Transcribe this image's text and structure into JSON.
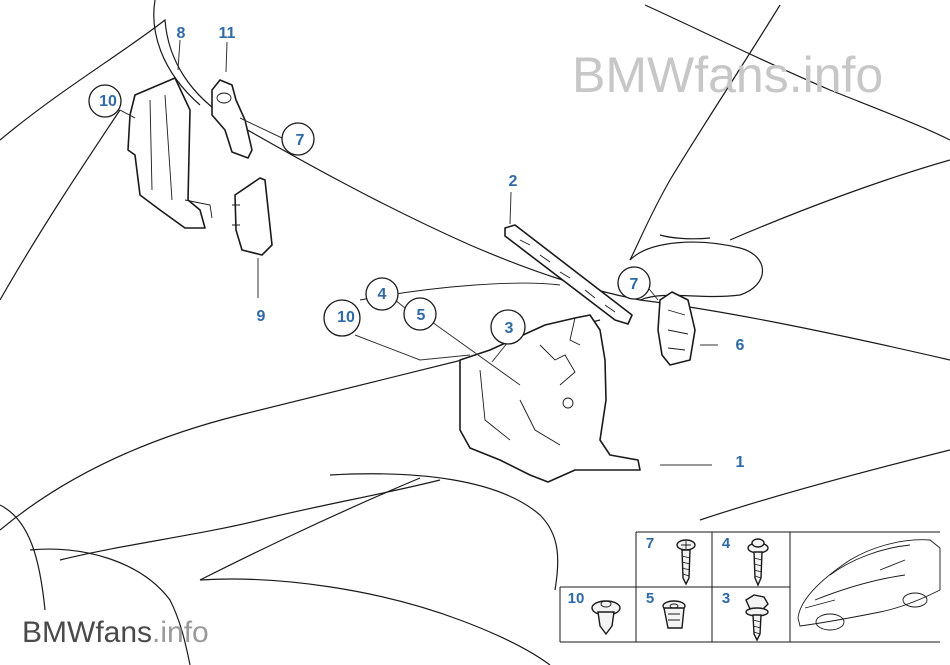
{
  "watermark": {
    "brand": "BMWfans",
    "suffix": ".info"
  },
  "callouts": [
    {
      "id": "8",
      "label": "8",
      "circled": false
    },
    {
      "id": "11",
      "label": "11",
      "circled": false
    },
    {
      "id": "10a",
      "label": "10",
      "circled": true
    },
    {
      "id": "7a",
      "label": "7",
      "circled": true
    },
    {
      "id": "9",
      "label": "9",
      "circled": false
    },
    {
      "id": "2",
      "label": "2",
      "circled": false
    },
    {
      "id": "7b",
      "label": "7",
      "circled": true
    },
    {
      "id": "4",
      "label": "4",
      "circled": true
    },
    {
      "id": "5",
      "label": "5",
      "circled": true
    },
    {
      "id": "10b",
      "label": "10",
      "circled": true
    },
    {
      "id": "3",
      "label": "3",
      "circled": true
    },
    {
      "id": "6",
      "label": "6",
      "circled": false
    },
    {
      "id": "1",
      "label": "1",
      "circled": false
    }
  ],
  "fastener_grid": {
    "cells": [
      {
        "label": "7",
        "part": "screw"
      },
      {
        "label": "4",
        "part": "screw-washer"
      },
      {
        "label": "10",
        "part": "push-clip"
      },
      {
        "label": "5",
        "part": "clip-nut"
      },
      {
        "label": "3",
        "part": "hex-bolt"
      }
    ]
  }
}
